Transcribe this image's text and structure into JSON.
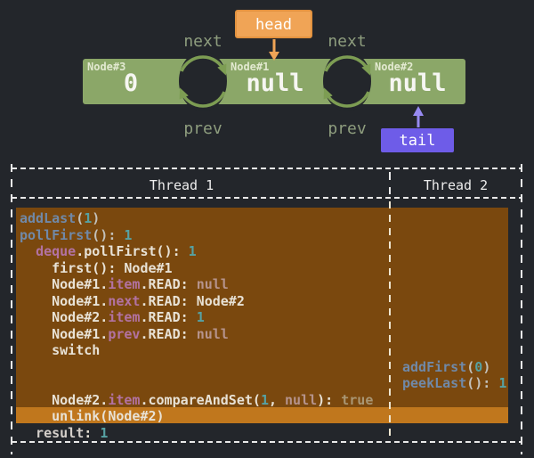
{
  "background": "#23262b",
  "diagram": {
    "nodes": [
      {
        "label": "Node#3",
        "value": "0"
      },
      {
        "label": "Node#1",
        "value": "null"
      },
      {
        "label": "Node#2",
        "value": "null"
      }
    ],
    "head_label": "head",
    "tail_label": "tail",
    "next_label": "next",
    "prev_label": "prev",
    "colors": {
      "node_fill": "#8ba768",
      "arc_green": "#7d9d53",
      "edge_label": "#8e9d7e",
      "node_label": "#e2e9d0",
      "value_text": "#f6f6f2",
      "head_fill": "#f0a456",
      "tail_fill": "#6e5ce8",
      "tail_arrow": "#978af2"
    }
  },
  "trace": {
    "headers": [
      "Thread 1",
      "Thread 2"
    ],
    "colors": {
      "block_bg": "#7a480e",
      "highlight_bg": "#c0771d",
      "function": "#7089a8",
      "number": "#56a2a4",
      "field": "#b272a2",
      "null_value": "#b5938c",
      "true_value": "#a99673",
      "plain_text": "#e8e2d6"
    },
    "rows": [
      {
        "t": 1,
        "seg": [
          [
            "fn",
            "addLast"
          ],
          [
            "dim",
            "("
          ],
          [
            "num",
            "1"
          ],
          [
            "dim",
            ")"
          ]
        ]
      },
      {
        "t": 1,
        "seg": [
          [
            "fn",
            "pollFirst"
          ],
          [
            "dim",
            "(): "
          ],
          [
            "num",
            "1"
          ]
        ]
      },
      {
        "t": 1,
        "seg": [
          [
            "plain",
            "  "
          ],
          [
            "pink",
            "deque"
          ],
          [
            "plain",
            ".pollFirst(): "
          ],
          [
            "num",
            "1"
          ]
        ]
      },
      {
        "t": 1,
        "seg": [
          [
            "plain",
            "    first(): Node#1"
          ]
        ]
      },
      {
        "t": 1,
        "seg": [
          [
            "plain",
            "    Node#1."
          ],
          [
            "pink",
            "item"
          ],
          [
            "plain",
            ".READ: "
          ],
          [
            "null",
            "null"
          ]
        ]
      },
      {
        "t": 1,
        "seg": [
          [
            "plain",
            "    Node#1."
          ],
          [
            "pink",
            "next"
          ],
          [
            "plain",
            ".READ: Node#2"
          ]
        ]
      },
      {
        "t": 1,
        "seg": [
          [
            "plain",
            "    Node#2."
          ],
          [
            "pink",
            "item"
          ],
          [
            "plain",
            ".READ: "
          ],
          [
            "num",
            "1"
          ]
        ]
      },
      {
        "t": 1,
        "seg": [
          [
            "plain",
            "    Node#1."
          ],
          [
            "pink",
            "prev"
          ],
          [
            "plain",
            ".READ: "
          ],
          [
            "null",
            "null"
          ]
        ]
      },
      {
        "t": 1,
        "seg": [
          [
            "plain",
            "    switch"
          ]
        ]
      },
      {
        "t": 2,
        "seg": [
          [
            "fn",
            "addFirst"
          ],
          [
            "dim",
            "("
          ],
          [
            "num",
            "0"
          ],
          [
            "dim",
            ")"
          ]
        ]
      },
      {
        "t": 2,
        "seg": [
          [
            "fn",
            "peekLast"
          ],
          [
            "dim",
            "(): "
          ],
          [
            "num",
            "1"
          ]
        ]
      },
      {
        "t": 1,
        "seg": [
          [
            "plain",
            "    Node#2."
          ],
          [
            "pink",
            "item"
          ],
          [
            "plain",
            ".compareAndSet("
          ],
          [
            "num",
            "1"
          ],
          [
            "plain",
            ", "
          ],
          [
            "null",
            "null"
          ],
          [
            "plain",
            "): "
          ],
          [
            "true",
            "true"
          ]
        ]
      },
      {
        "t": 1,
        "seg": [
          [
            "plain",
            "    unlink(Node#2)"
          ]
        ],
        "highlight": true
      },
      {
        "t": 1,
        "seg": [
          [
            "res",
            "  result"
          ],
          [
            "plain",
            ": "
          ],
          [
            "num",
            "1"
          ]
        ]
      }
    ]
  }
}
